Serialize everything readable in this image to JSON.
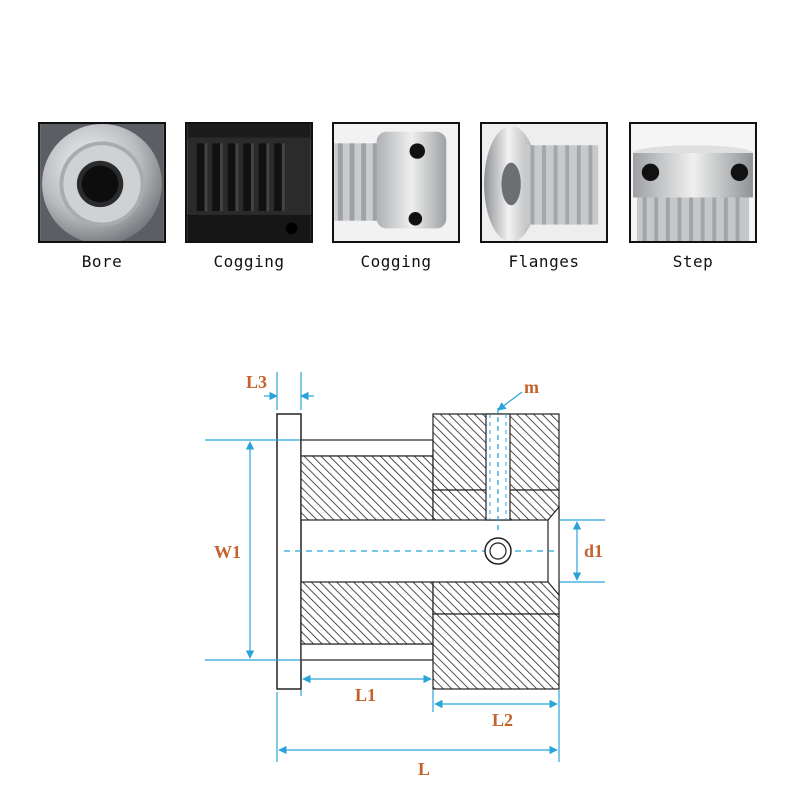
{
  "thumbnails": [
    {
      "caption": "Bore",
      "icon": "bore-photo-icon"
    },
    {
      "caption": "Cogging",
      "icon": "black-gear-photo-icon"
    },
    {
      "caption": "Cogging",
      "icon": "gear-screw-photo-icon"
    },
    {
      "caption": "Flanges",
      "icon": "flange-photo-icon"
    },
    {
      "caption": "Step",
      "icon": "step-hub-photo-icon"
    }
  ],
  "diagram": {
    "labels": {
      "L3": "L3",
      "m": "m",
      "W1": "W1",
      "d1": "d1",
      "L1": "L1",
      "L2": "L2",
      "L": "L"
    },
    "colors": {
      "label": "#c4622d",
      "dimension": "#2aa3d8",
      "outline": "#222222"
    }
  }
}
